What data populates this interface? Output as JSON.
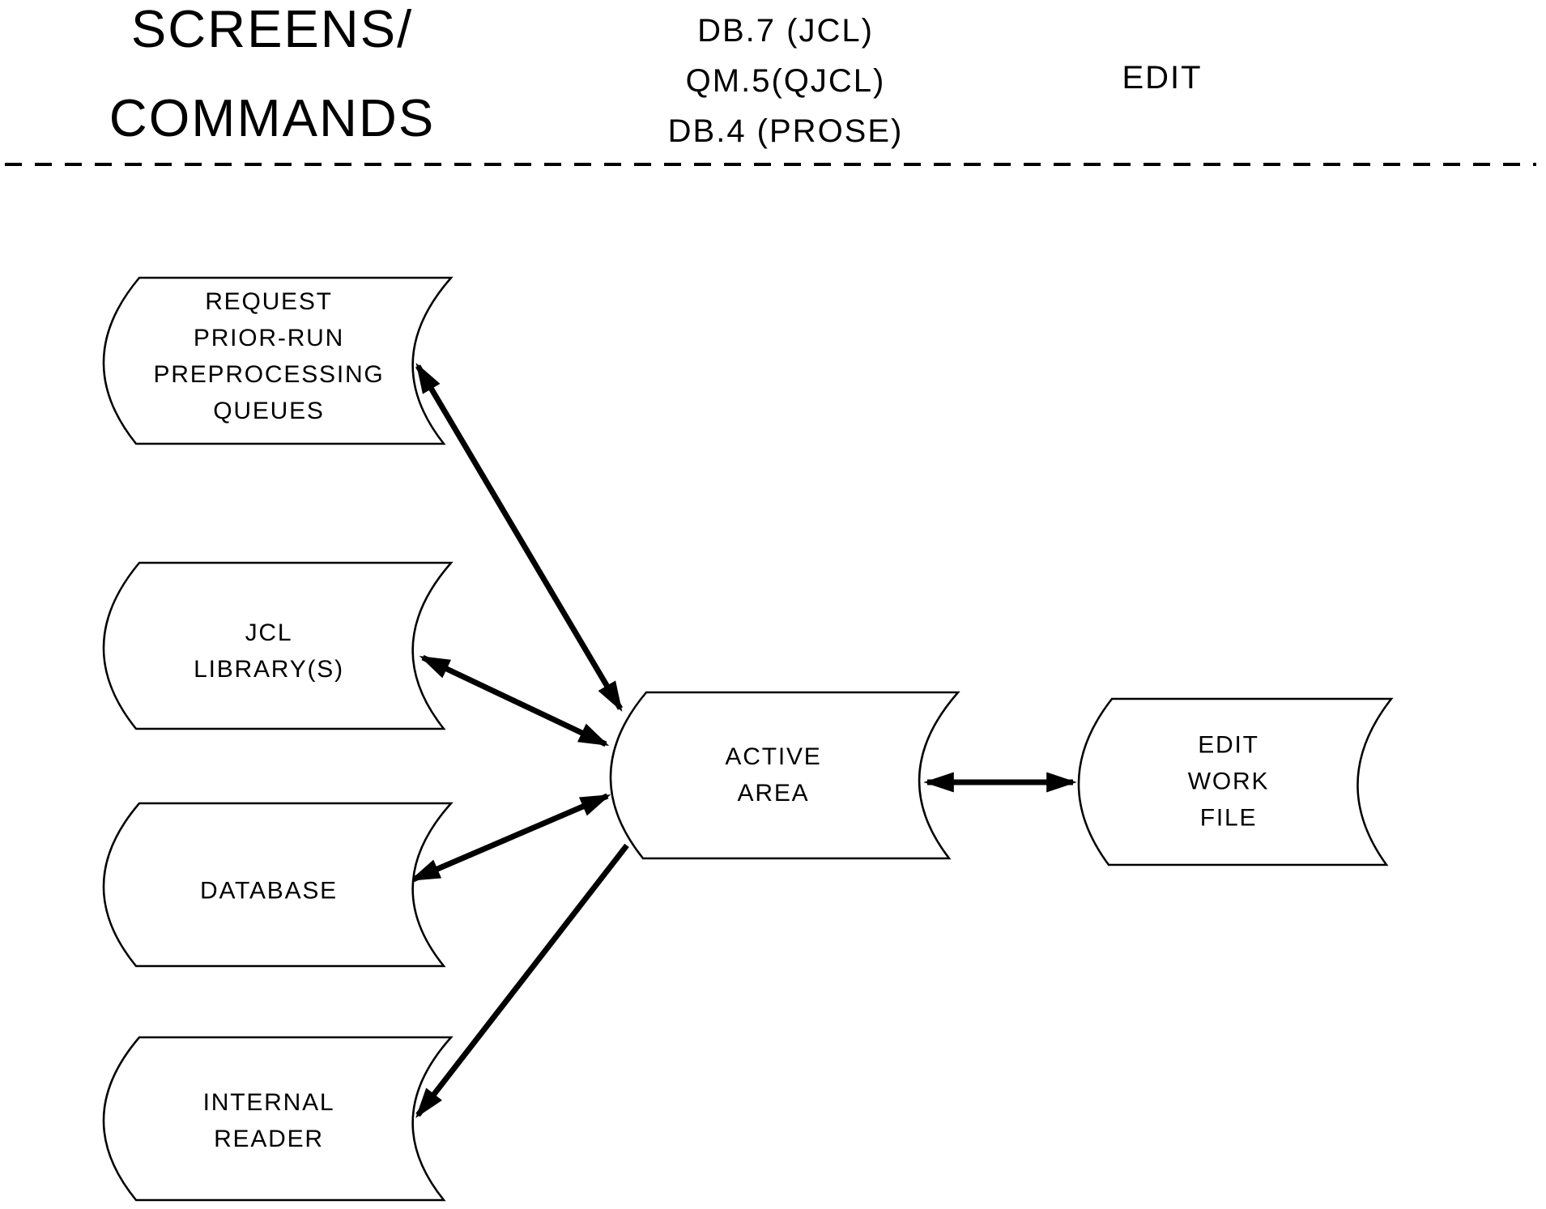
{
  "page": {
    "background_color": "#ffffff",
    "line_color": "#000000"
  },
  "header": {
    "column_title_line1": "SCREENS/",
    "column_title_line2": "COMMANDS",
    "commands": [
      "DB.7 (JCL)",
      "QM.5(QJCL)",
      "DB.4 (PROSE)"
    ],
    "edit_command": "EDIT"
  },
  "nodes": [
    {
      "id": "request-prior-run-preprocessing-queues",
      "label": "REQUEST\nPRIOR-RUN\nPREPROCESSING\nQUEUES"
    },
    {
      "id": "jcl-library",
      "label": "JCL\nLIBRARY(S)"
    },
    {
      "id": "database",
      "label": "DATABASE"
    },
    {
      "id": "internal-reader",
      "label": "INTERNAL\nREADER"
    },
    {
      "id": "active-area",
      "label": "ACTIVE\nAREA"
    },
    {
      "id": "edit-work-file",
      "label": "EDIT\nWORK\nFILE"
    }
  ],
  "connections": [
    {
      "from": "request-prior-run-preprocessing-queues",
      "to": "active-area",
      "bidirectional": true
    },
    {
      "from": "jcl-library",
      "to": "active-area",
      "bidirectional": true
    },
    {
      "from": "database",
      "to": "active-area",
      "bidirectional": true
    },
    {
      "from": "active-area",
      "to": "internal-reader",
      "bidirectional": false
    },
    {
      "from": "active-area",
      "to": "edit-work-file",
      "bidirectional": true
    }
  ]
}
